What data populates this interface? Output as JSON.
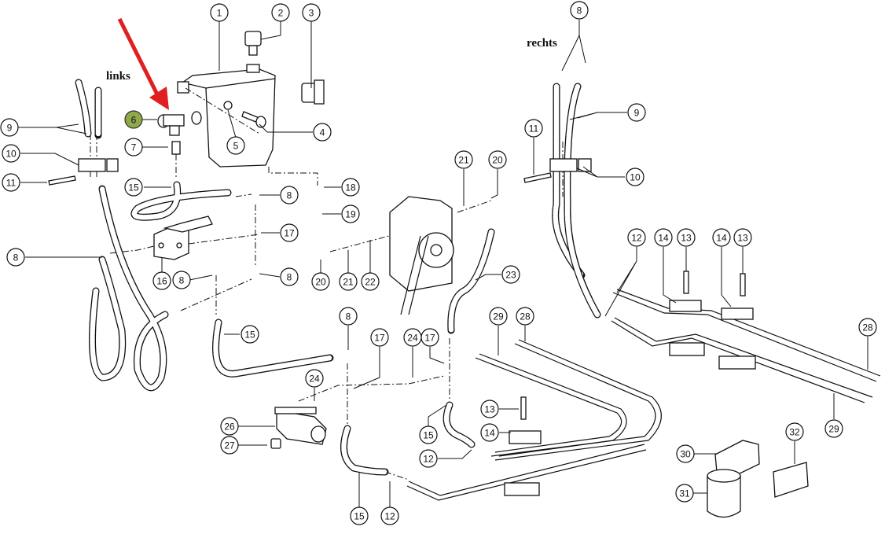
{
  "diagram": {
    "title": "Brake / hydraulic line exploded parts diagram",
    "side_labels": {
      "left": "links",
      "right": "rechts"
    },
    "highlight": {
      "part": "6",
      "color": "#8fa84a",
      "arrow_color": "#e02020"
    },
    "callouts": [
      {
        "id": "c1",
        "label": "1"
      },
      {
        "id": "c2",
        "label": "2"
      },
      {
        "id": "c3",
        "label": "3"
      },
      {
        "id": "c4",
        "label": "4"
      },
      {
        "id": "c5",
        "label": "5"
      },
      {
        "id": "c6",
        "label": "6"
      },
      {
        "id": "c7",
        "label": "7"
      },
      {
        "id": "c8a",
        "label": "8"
      },
      {
        "id": "c8b",
        "label": "8"
      },
      {
        "id": "c8c",
        "label": "8"
      },
      {
        "id": "c8d",
        "label": "8"
      },
      {
        "id": "c8e",
        "label": "8"
      },
      {
        "id": "c8f",
        "label": "8"
      },
      {
        "id": "c9a",
        "label": "9"
      },
      {
        "id": "c9b",
        "label": "9"
      },
      {
        "id": "c10a",
        "label": "10"
      },
      {
        "id": "c10b",
        "label": "10"
      },
      {
        "id": "c11a",
        "label": "11"
      },
      {
        "id": "c11b",
        "label": "11"
      },
      {
        "id": "c12a",
        "label": "12"
      },
      {
        "id": "c12b",
        "label": "12"
      },
      {
        "id": "c12c",
        "label": "12"
      },
      {
        "id": "c13a",
        "label": "13"
      },
      {
        "id": "c13b",
        "label": "13"
      },
      {
        "id": "c13c",
        "label": "13"
      },
      {
        "id": "c14a",
        "label": "14"
      },
      {
        "id": "c14b",
        "label": "14"
      },
      {
        "id": "c14c",
        "label": "14"
      },
      {
        "id": "c15a",
        "label": "15"
      },
      {
        "id": "c15b",
        "label": "15"
      },
      {
        "id": "c15c",
        "label": "15"
      },
      {
        "id": "c15d",
        "label": "15"
      },
      {
        "id": "c16",
        "label": "16"
      },
      {
        "id": "c17a",
        "label": "17"
      },
      {
        "id": "c17b",
        "label": "17"
      },
      {
        "id": "c17c",
        "label": "17"
      },
      {
        "id": "c18",
        "label": "18"
      },
      {
        "id": "c19",
        "label": "19"
      },
      {
        "id": "c20a",
        "label": "20"
      },
      {
        "id": "c20b",
        "label": "20"
      },
      {
        "id": "c21a",
        "label": "21"
      },
      {
        "id": "c21b",
        "label": "21"
      },
      {
        "id": "c22",
        "label": "22"
      },
      {
        "id": "c23",
        "label": "23"
      },
      {
        "id": "c24a",
        "label": "24"
      },
      {
        "id": "c24b",
        "label": "24"
      },
      {
        "id": "c26",
        "label": "26"
      },
      {
        "id": "c27",
        "label": "27"
      },
      {
        "id": "c28a",
        "label": "28"
      },
      {
        "id": "c28b",
        "label": "28"
      },
      {
        "id": "c29a",
        "label": "29"
      },
      {
        "id": "c29b",
        "label": "29"
      },
      {
        "id": "c30",
        "label": "30"
      },
      {
        "id": "c31",
        "label": "31"
      },
      {
        "id": "c32",
        "label": "32"
      }
    ]
  }
}
